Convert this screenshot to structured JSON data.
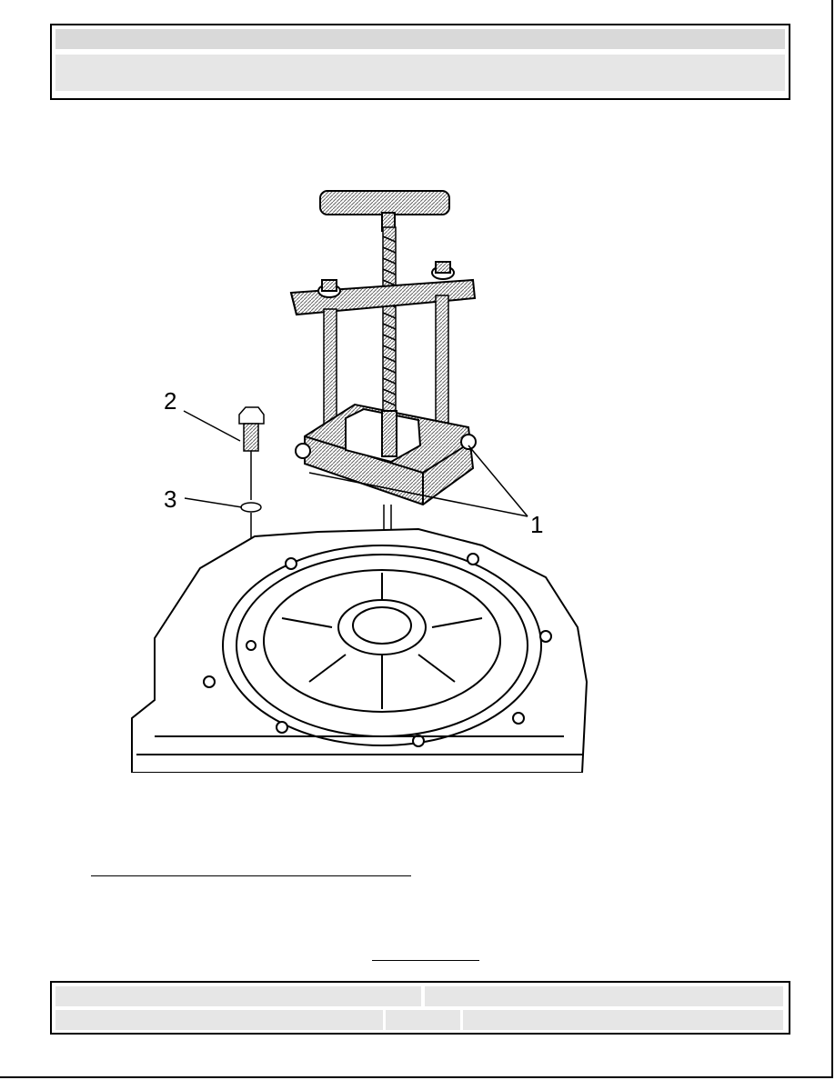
{
  "header": {
    "top": "",
    "bottom": ""
  },
  "figure": {
    "callouts": [
      "1",
      "2",
      "3"
    ],
    "colors": {
      "stroke": "#000000",
      "fill": "#ffffff",
      "hatch": "#8a8a8a"
    }
  },
  "footer": {
    "cell1": "",
    "cell2": "",
    "cell3": "",
    "cell4": "",
    "cell5": ""
  }
}
